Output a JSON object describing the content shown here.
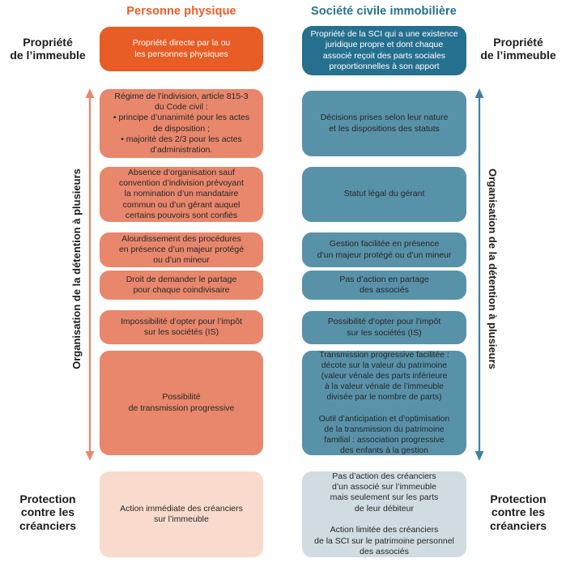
{
  "colors": {
    "orange": "#E85C25",
    "orange_header": "#F15B25",
    "salmon": "#E8876C",
    "peach": "#F8DBCC",
    "blue_dark": "#26708F",
    "blue_mid": "#5892A9",
    "blue_pale": "#D0DCE1",
    "arrow_blue": "#3E81A4",
    "text_dark": "#272727"
  },
  "headers": {
    "left": "Personne physique",
    "right": "Société civile immobilière"
  },
  "side_labels": {
    "property_left": "Propriété\nde l’immeuble",
    "property_right": "Propriété\nde l’immeuble",
    "organisation_left": "Organisation de la détention à plusieurs",
    "organisation_right": "Organisation de la détention à plusieurs",
    "protection_left": "Protection\ncontre les\ncréanciers",
    "protection_right": "Protection\ncontre les\ncréanciers"
  },
  "left_column": {
    "property_box": "Propriété directe par la ou\nles personnes physiques",
    "organisation_boxes": [
      "Régime de l’indivision, article 815-3\ndu Code civil :\n• principe d’unanimité pour les actes\nde disposition ;\n• majorité des 2/3 pour les actes\nd’administration.",
      "Absence d’organisation sauf\nconvention d’indivision prévoyant\nla nomination d’un mandataire\ncommun ou d’un gérant auquel\ncertains pouvoirs sont confiés",
      "Alourdissement des procédures\nen présence d’un majeur protégé\nou d’un mineur",
      "Droit de demander le partage\npour chaque coindivisaire",
      "Impossibilité d’opter pour l’impôt\nsur les sociétés (IS)",
      "Possibilité\nde transmission progressive"
    ],
    "protection_box": "Action immédiate des créanciers\nsur l’immeuble"
  },
  "right_column": {
    "property_box": "Propriété de la SCI qui a une existence\njuridique propre et dont chaque\nassocié reçoit des parts sociales\nproportionnelles à son apport",
    "organisation_boxes": [
      "Décisions prises selon leur nature\net les dispositions des statuts",
      "Statut légal du gérant",
      "Gestion facilitée en présence\nd’un majeur protégé ou d’un mineur",
      "Pas d’action en partage\ndes associés",
      "Possibilité d’opter pour l’impôt\nsur les sociétés (IS)",
      "Transmission progressive facilitée :\ndécote sur la valeur du patrimoine\n(valeur vénale des parts inférieure\nà la valeur vénale de l’immeuble\ndivisée par le nombre de parts)\n\nOutil d’anticipation et d’optimisation\nde la transmission du patrimoine\nfamilial : association progressive\ndes enfants à la gestion"
    ],
    "protection_box": "Pas d’action des créanciers\nd’un associé sur l’immeuble\nmais seulement sur les parts\nde leur débiteur\n\nAction limitée des créanciers\nde la SCI sur le patrimoine personnel\ndes associés"
  }
}
